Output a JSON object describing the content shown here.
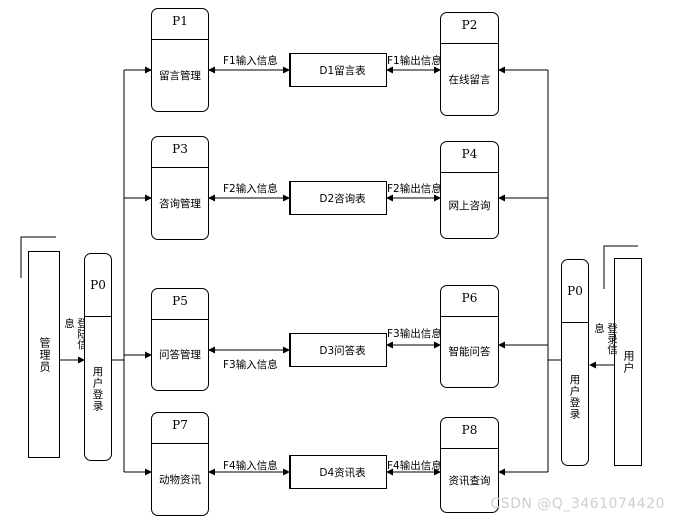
{
  "processes": {
    "p1": {
      "id": "P1",
      "name": "留言管理"
    },
    "p2": {
      "id": "P2",
      "name": "在线留言"
    },
    "p3": {
      "id": "P3",
      "name": "咨询管理"
    },
    "p4": {
      "id": "P4",
      "name": "网上咨询"
    },
    "p5": {
      "id": "P5",
      "name": "问答管理"
    },
    "p6": {
      "id": "P6",
      "name": "智能问答"
    },
    "p7": {
      "id": "P7",
      "name": "动物资讯"
    },
    "p8": {
      "id": "P8",
      "name": "资讯查询"
    },
    "p0_admin": {
      "id": "P0",
      "name": "用户登录"
    },
    "p0_user": {
      "id": "P0",
      "name": "用户登录"
    }
  },
  "stores": {
    "d1": "D1留言表",
    "d2": "D2咨询表",
    "d3": "D3问答表",
    "d4": "D4资讯表"
  },
  "flows": {
    "f1_in": "F1输入信息",
    "f1_out": "F1输出信息",
    "f2_in": "F2输入信息",
    "f2_out": "F2输出信息",
    "f3_in": "F3输入信息",
    "f3_out": "F3输出信息",
    "f4_in": "F4输入信息",
    "f4_out": "F4输出信息",
    "login_admin": "登陆信息",
    "login_user": "登录信息"
  },
  "entities": {
    "admin": "管理员",
    "user": "用户"
  },
  "watermark": "CSDN @Q_3461074420"
}
